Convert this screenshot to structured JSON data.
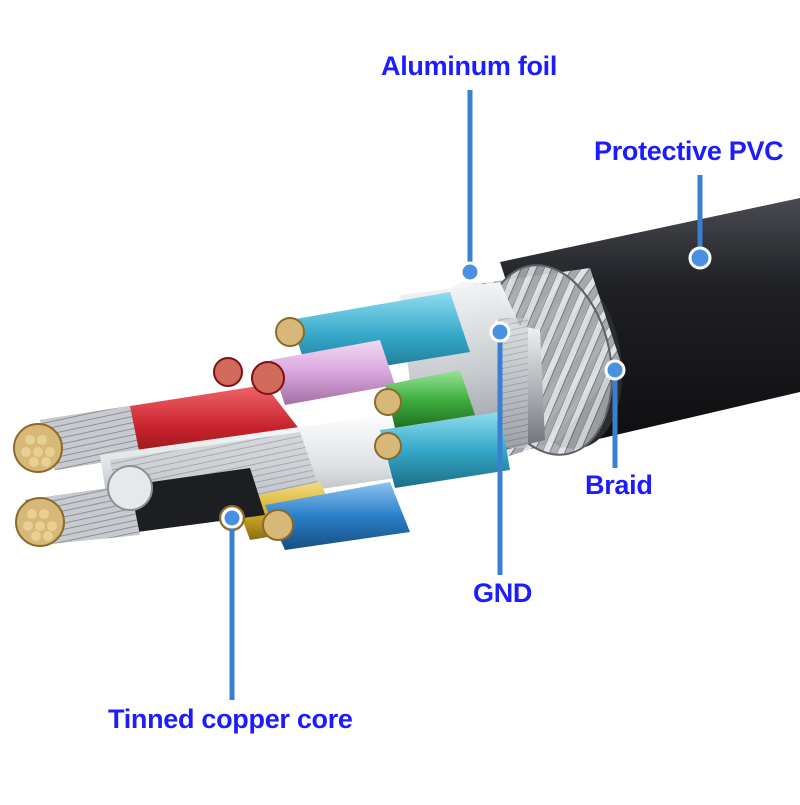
{
  "labels": {
    "aluminum_foil": "Aluminum foil",
    "protective_pvc": "Protective PVC",
    "braid": "Braid",
    "gnd": "GND",
    "tinned_copper_core": "Tinned copper core"
  },
  "colors": {
    "label_text": "#1c1cff",
    "callout_line": "#3a7fd0",
    "callout_dot": "#4a90e2",
    "jacket": "#1e1f22",
    "braid": "#b8bcc0",
    "foil": "#d7dadd",
    "wire_red": "#c8232c",
    "wire_cyan": "#35a9c9",
    "wire_pink": "#d9a6dc",
    "wire_green": "#3fb13f",
    "wire_yellow": "#d6b12a",
    "wire_blue": "#2a7fc9",
    "wire_white": "#e9ecef",
    "copper_tinned": "#c9a15a"
  }
}
